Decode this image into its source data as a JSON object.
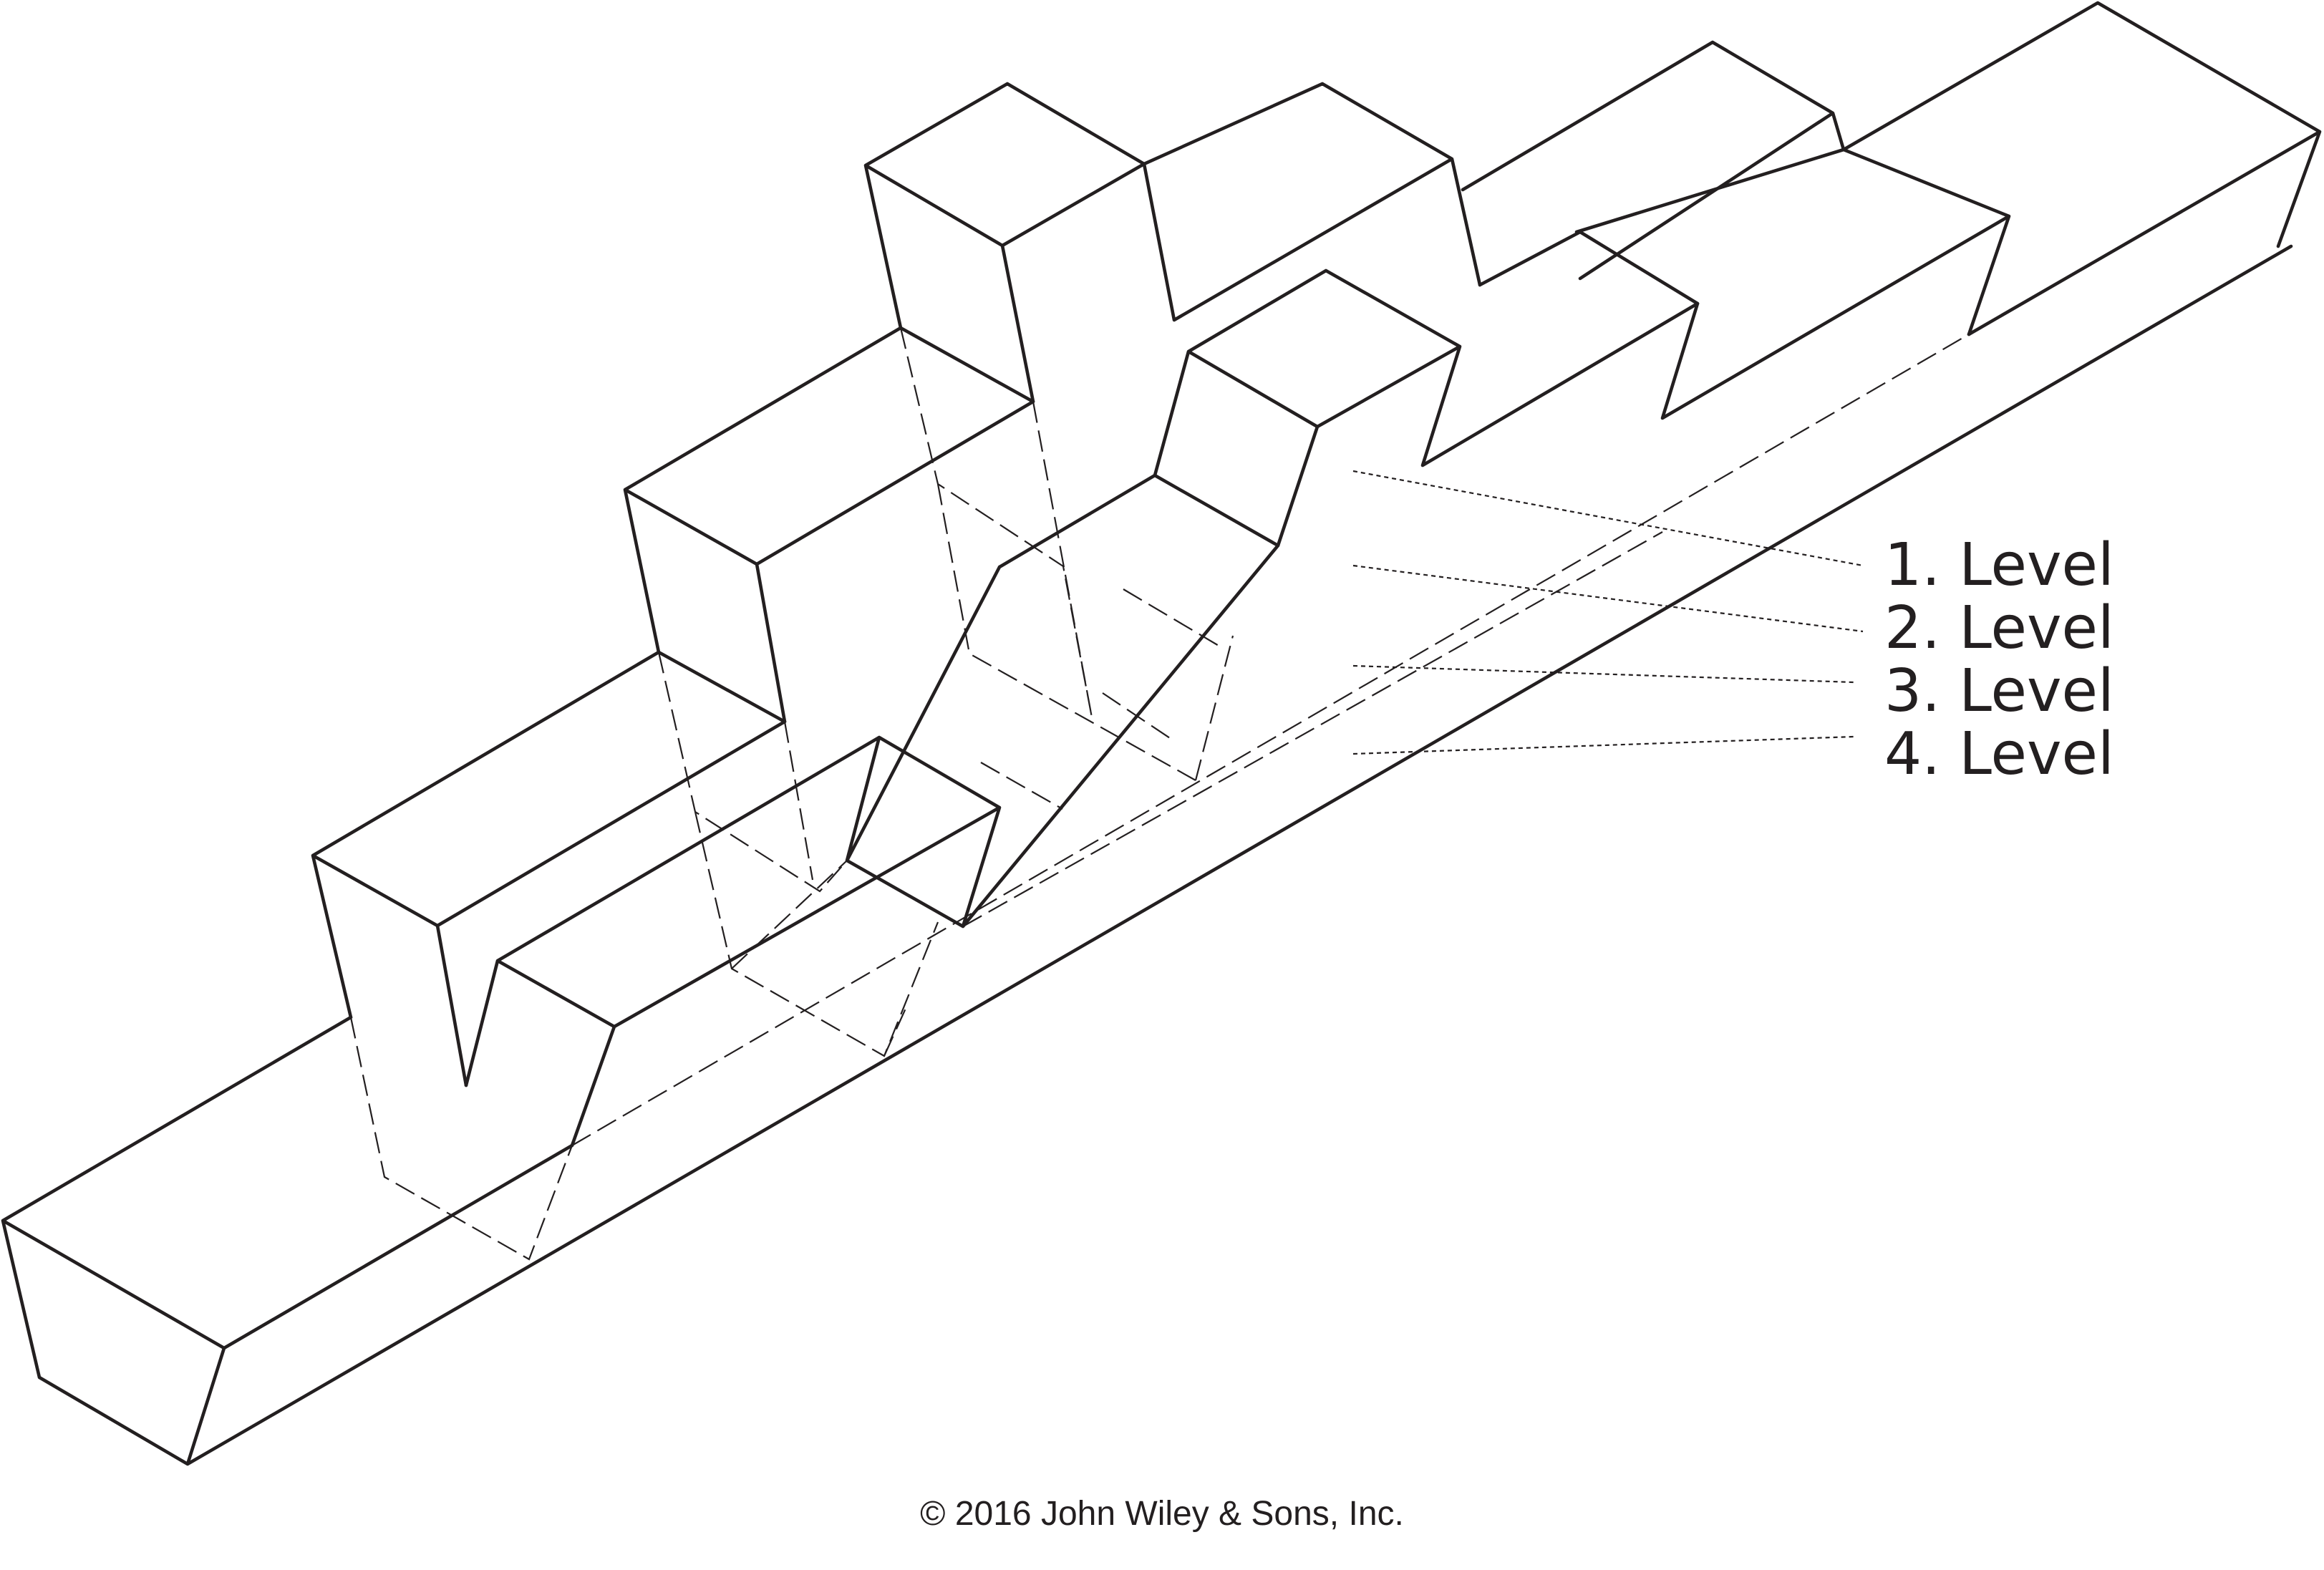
{
  "levels": [
    {
      "label": "1. Level"
    },
    {
      "label": "2. Level"
    },
    {
      "label": "3. Level"
    },
    {
      "label": "4. Level"
    }
  ],
  "copyright": "© 2016 John Wiley & Sons, Inc.",
  "colors": {
    "line": "#231f20",
    "background": "#ffffff"
  }
}
